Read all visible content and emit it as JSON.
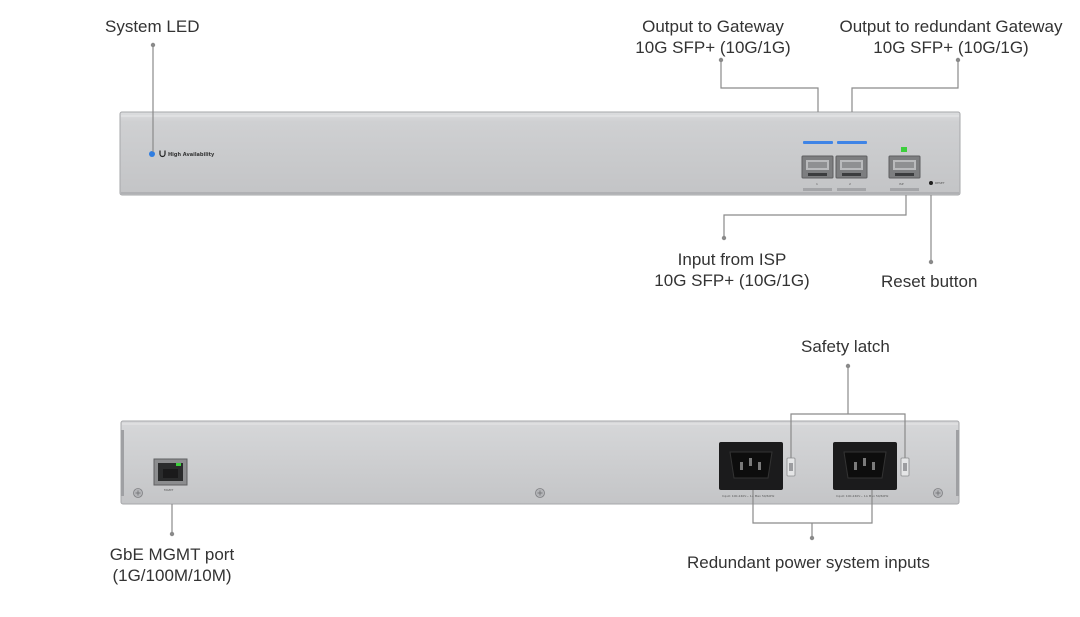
{
  "labels": {
    "system_led": "System LED",
    "output_gateway_title": "Output to Gateway",
    "output_gateway_spec": "10G SFP+ (10G/1G)",
    "output_redundant_title": "Output to redundant Gateway",
    "output_redundant_spec": "10G SFP+ (10G/1G)",
    "input_isp_title": "Input from ISP",
    "input_isp_spec": "10G SFP+ (10G/1G)",
    "reset_button": "Reset button",
    "safety_latch": "Safety latch",
    "mgmt_title": "GbE MGMT port",
    "mgmt_spec": "(1G/100M/10M)",
    "power_inputs": "Redundant power system inputs"
  },
  "device_markings": {
    "front_brand_text": "High Availability",
    "front_port_1": "1",
    "front_port_2": "2",
    "front_port_isp": "ISP",
    "front_reset": "RESET",
    "rear_mgmt": "MGMT",
    "rear_power_1": "Input: 100-240V~ 1A Max 50/60Hz",
    "rear_power_2": "Input: 100-240V~ 1A Max 50/60Hz"
  },
  "colors": {
    "chassis": "#c9cacc",
    "chassis_edge": "#a9aaad",
    "led_blue": "#2f7de1",
    "port_link_green": "#3ccf3c",
    "callout_line": "#8a8a8a"
  }
}
